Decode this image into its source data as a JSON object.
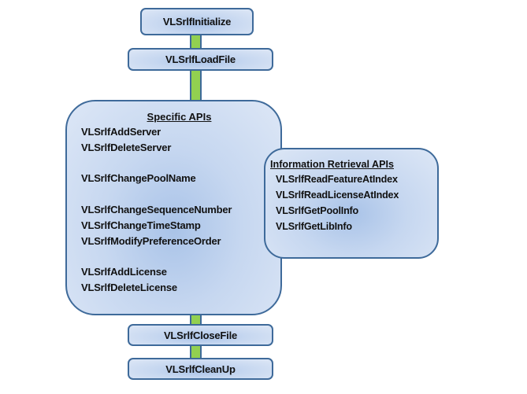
{
  "diagram": {
    "steps_top": [
      {
        "label": "VLSrlfInitialize"
      },
      {
        "label": "VLSrlfLoadFile"
      }
    ],
    "specific_apis": {
      "heading": "Specific APIs",
      "groups": [
        [
          "VLSrlfAddServer",
          "VLSrlfDeleteServer"
        ],
        [
          "VLSrlfChangePoolName"
        ],
        [
          "VLSrlfChangeSequenceNumber",
          "VLSrlfChangeTimeStamp",
          "VLSrlfModifyPreferenceOrder"
        ],
        [
          "VLSrlfAddLicense",
          "VLSrlfDeleteLicense"
        ]
      ]
    },
    "information_retrieval_apis": {
      "heading": "Information Retrieval APIs",
      "items": [
        "VLSrlfReadFeatureAtIndex",
        "VLSrlfReadLicenseAtIndex",
        "VLSrlfGetPoolInfo",
        "VLSrlfGetLibInfo"
      ]
    },
    "steps_bottom": [
      {
        "label": "VLSrlfCloseFile"
      },
      {
        "label": "VLSrlfCleanUp"
      }
    ],
    "colors": {
      "connector": "#92d050",
      "border": "#3e6a9a",
      "box_fill": "#c6d7f0"
    }
  }
}
